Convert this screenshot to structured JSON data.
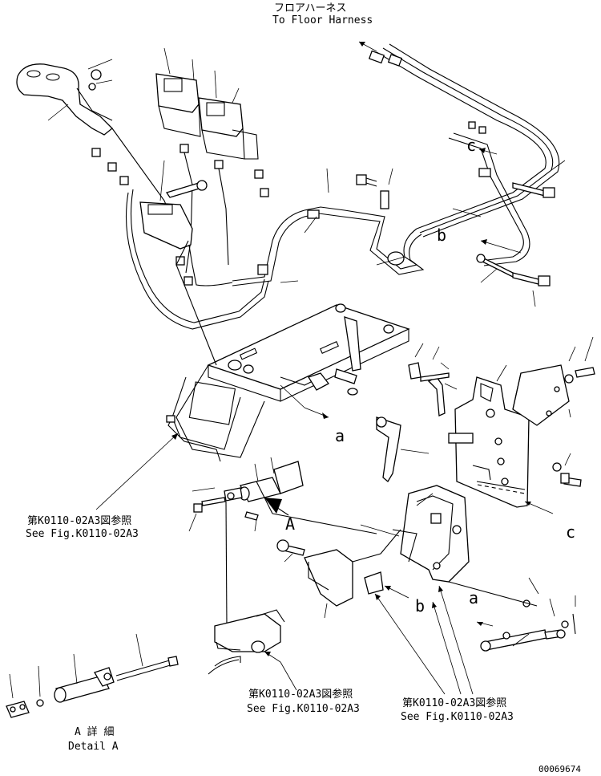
{
  "top": {
    "jp": "フロアハーネス",
    "en": "To Floor Harness"
  },
  "letters": {
    "c_top": "c",
    "b_right": "b",
    "a_mid": "a",
    "c_right": "c",
    "A_view": "A",
    "a_lower": "a",
    "b_lower": "b"
  },
  "refs": {
    "left": {
      "jp": "第K0110-02A3図参照",
      "en": "See Fig.K0110-02A3"
    },
    "bottom_mid": {
      "jp": "第K0110-02A3図参照",
      "en": "See Fig.K0110-02A3"
    },
    "bottom_right": {
      "jp": "第K0110-02A3図参照",
      "en": "See Fig.K0110-02A3"
    }
  },
  "detail": {
    "jp": "A 詳 細",
    "en": "Detail A"
  },
  "drawing_no": "00069674"
}
